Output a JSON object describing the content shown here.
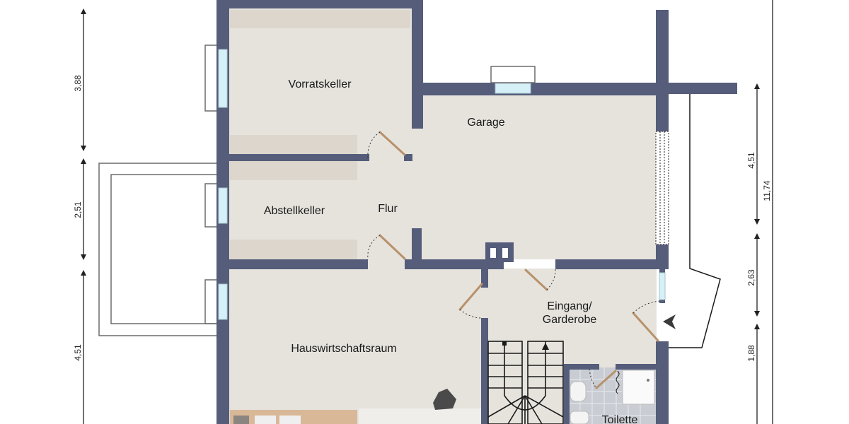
{
  "floorplan": {
    "rooms": [
      {
        "id": "vorratskeller",
        "label": "Vorratskeller"
      },
      {
        "id": "garage",
        "label": "Garage"
      },
      {
        "id": "abstellkeller",
        "label": "Abstellkeller"
      },
      {
        "id": "flur",
        "label": "Flur"
      },
      {
        "id": "hauswirtschaftsraum",
        "label": "Hauswirtschaftsraum"
      },
      {
        "id": "eingang",
        "label_line1": "Eingang/",
        "label_line2": "Garderobe"
      },
      {
        "id": "toilette",
        "label": "Toilette"
      }
    ],
    "dimensions": {
      "left": [
        "3,88",
        "2,51",
        "4,51"
      ],
      "right_inner": [
        "4,51",
        "2,63",
        "1,88"
      ],
      "right_total": "11,74"
    },
    "colors": {
      "wall": "#555d7b",
      "floor": "#e6e3dd",
      "window": "#d6f0f7",
      "door": "#b8916a",
      "tile": "#c9ccd2"
    }
  }
}
